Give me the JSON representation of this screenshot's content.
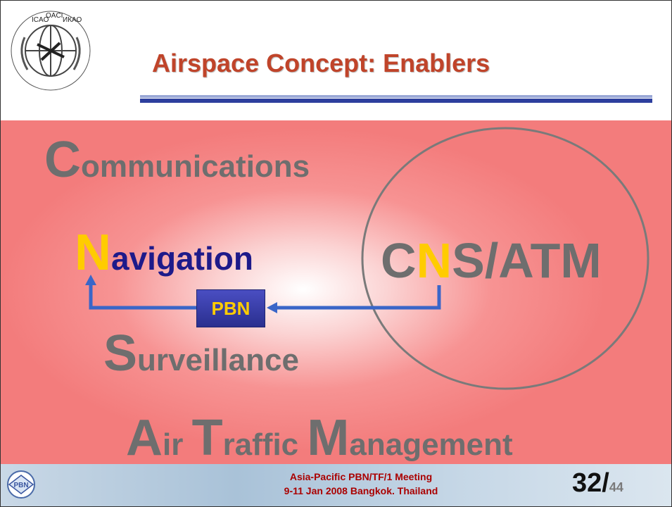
{
  "header": {
    "title": "Airspace Concept: Enablers",
    "logo_text": [
      "ICAO",
      "OACI",
      "ИКАО"
    ]
  },
  "cns": {
    "comm_cap": "C",
    "comm_rest": "ommunications",
    "nav_cap": "N",
    "nav_rest": "avigation",
    "surv_cap": "S",
    "surv_rest": "urveillance",
    "atm_a": "A",
    "atm_a_rest": "ir ",
    "atm_t": "T",
    "atm_t_rest": "raffic ",
    "atm_m": "M",
    "atm_m_rest": "anagement",
    "cns_c": "C",
    "cns_n": "N",
    "cns_rest": "S/ATM",
    "pbn_label": "PBN"
  },
  "colors": {
    "title": "#c0442a",
    "accent_yellow": "#ffcc00",
    "nav_blue": "#1e1a8a",
    "arrow_blue": "#3a66c8",
    "pbn_box": "#3a3faa"
  },
  "footer": {
    "logo_text": "PBN",
    "meeting_line1": "Asia-Pacific PBN/TF/1 Meeting",
    "meeting_line2": "9-11 Jan 2008  Bangkok. Thailand",
    "page": "32/",
    "total": "44"
  }
}
